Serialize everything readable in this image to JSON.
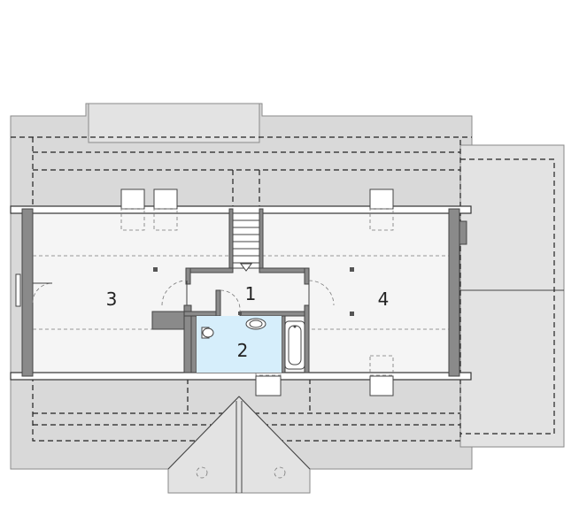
{
  "rooms": [
    {
      "id": "1",
      "label": "1"
    },
    {
      "id": "2",
      "label": "2"
    },
    {
      "id": "3",
      "label": "3"
    },
    {
      "id": "4",
      "label": "4"
    }
  ],
  "colors": {
    "roof": "#d9d9d9",
    "floor": "#f5f5f5",
    "walls": "#8a8a8a",
    "bathroom_floor": "#d6eefb"
  }
}
